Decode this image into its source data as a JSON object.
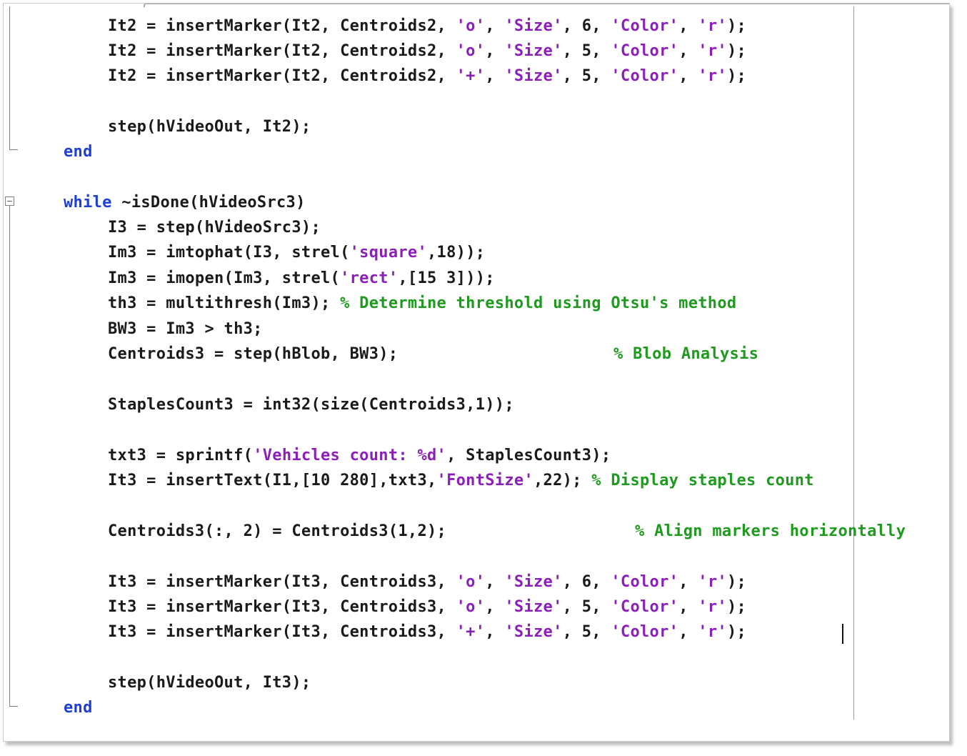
{
  "editor": {
    "lines": [
      [
        {
          "t": "It2 = insertMarker(It2, Centroids2, ",
          "c": "p"
        },
        {
          "t": "'o'",
          "c": "s"
        },
        {
          "t": ", ",
          "c": "p"
        },
        {
          "t": "'Size'",
          "c": "s"
        },
        {
          "t": ", 6, ",
          "c": "p"
        },
        {
          "t": "'Color'",
          "c": "s"
        },
        {
          "t": ", ",
          "c": "p"
        },
        {
          "t": "'r'",
          "c": "s"
        },
        {
          "t": ");",
          "c": "p"
        }
      ],
      [
        {
          "t": "It2 = insertMarker(It2, Centroids2, ",
          "c": "p"
        },
        {
          "t": "'o'",
          "c": "s"
        },
        {
          "t": ", ",
          "c": "p"
        },
        {
          "t": "'Size'",
          "c": "s"
        },
        {
          "t": ", 5, ",
          "c": "p"
        },
        {
          "t": "'Color'",
          "c": "s"
        },
        {
          "t": ", ",
          "c": "p"
        },
        {
          "t": "'r'",
          "c": "s"
        },
        {
          "t": ");",
          "c": "p"
        }
      ],
      [
        {
          "t": "It2 = insertMarker(It2, Centroids2, ",
          "c": "p"
        },
        {
          "t": "'+'",
          "c": "s"
        },
        {
          "t": ", ",
          "c": "p"
        },
        {
          "t": "'Size'",
          "c": "s"
        },
        {
          "t": ", 5, ",
          "c": "p"
        },
        {
          "t": "'Color'",
          "c": "s"
        },
        {
          "t": ", ",
          "c": "p"
        },
        {
          "t": "'r'",
          "c": "s"
        },
        {
          "t": ");",
          "c": "p"
        }
      ],
      [
        {
          "t": "step(hVideoOut, It2);",
          "c": "p"
        }
      ],
      [
        {
          "t": "end",
          "c": "k"
        }
      ],
      [
        {
          "t": "while",
          "c": "k"
        },
        {
          "t": " ~isDone(hVideoSrc3)",
          "c": "p"
        }
      ],
      [
        {
          "t": "I3 = step(hVideoSrc3);",
          "c": "p"
        }
      ],
      [
        {
          "t": "Im3 = imtophat(I3, strel(",
          "c": "p"
        },
        {
          "t": "'square'",
          "c": "s"
        },
        {
          "t": ",18));",
          "c": "p"
        }
      ],
      [
        {
          "t": "Im3 = imopen(Im3, strel(",
          "c": "p"
        },
        {
          "t": "'rect'",
          "c": "s"
        },
        {
          "t": ",[15 3]));",
          "c": "p"
        }
      ],
      [
        {
          "t": "th3 = multithresh(Im3); ",
          "c": "p"
        },
        {
          "t": "% Determine threshold using Otsu's method",
          "c": "c"
        }
      ],
      [
        {
          "t": "BW3 = Im3 > th3;",
          "c": "p"
        }
      ],
      [
        {
          "t": "Centroids3 = step(hBlob, BW3);",
          "c": "p"
        },
        {
          "t": "% Blob Analysis",
          "c": "c"
        }
      ],
      [
        {
          "t": "StaplesCount3 = int32(size(Centroids3,1));",
          "c": "p"
        }
      ],
      [
        {
          "t": "txt3 = sprintf(",
          "c": "p"
        },
        {
          "t": "'Vehicles count: %d'",
          "c": "s"
        },
        {
          "t": ", StaplesCount3);",
          "c": "p"
        }
      ],
      [
        {
          "t": "It3 = insertText(I1,[10 280],txt3,",
          "c": "p"
        },
        {
          "t": "'FontSize'",
          "c": "s"
        },
        {
          "t": ",22); ",
          "c": "p"
        },
        {
          "t": "% Display staples count",
          "c": "c"
        }
      ],
      [
        {
          "t": "Centroids3(:, 2) = Centroids3(1,2);",
          "c": "p"
        },
        {
          "t": "% Align markers horizontally",
          "c": "c"
        }
      ],
      [
        {
          "t": "It3 = insertMarker(It3, Centroids3, ",
          "c": "p"
        },
        {
          "t": "'o'",
          "c": "s"
        },
        {
          "t": ", ",
          "c": "p"
        },
        {
          "t": "'Size'",
          "c": "s"
        },
        {
          "t": ", 6, ",
          "c": "p"
        },
        {
          "t": "'Color'",
          "c": "s"
        },
        {
          "t": ", ",
          "c": "p"
        },
        {
          "t": "'r'",
          "c": "s"
        },
        {
          "t": ");",
          "c": "p"
        }
      ],
      [
        {
          "t": "It3 = insertMarker(It3, Centroids3, ",
          "c": "p"
        },
        {
          "t": "'o'",
          "c": "s"
        },
        {
          "t": ", ",
          "c": "p"
        },
        {
          "t": "'Size'",
          "c": "s"
        },
        {
          "t": ", 5, ",
          "c": "p"
        },
        {
          "t": "'Color'",
          "c": "s"
        },
        {
          "t": ", ",
          "c": "p"
        },
        {
          "t": "'r'",
          "c": "s"
        },
        {
          "t": ");",
          "c": "p"
        }
      ],
      [
        {
          "t": "It3 = insertMarker(It3, Centroids3, ",
          "c": "p"
        },
        {
          "t": "'+'",
          "c": "s"
        },
        {
          "t": ", ",
          "c": "p"
        },
        {
          "t": "'Size'",
          "c": "s"
        },
        {
          "t": ", 5, ",
          "c": "p"
        },
        {
          "t": "'Color'",
          "c": "s"
        },
        {
          "t": ", ",
          "c": "p"
        },
        {
          "t": "'r'",
          "c": "s"
        },
        {
          "t": ");",
          "c": "p"
        }
      ],
      [
        {
          "t": "step(hVideoOut, It3);",
          "c": "p"
        }
      ],
      [
        {
          "t": "end",
          "c": "k"
        }
      ]
    ]
  },
  "colors": {
    "keyword": "#1f3fd0",
    "string": "#8b1fb8",
    "comment": "#1e9a1e",
    "plain": "#1a1a1a"
  }
}
